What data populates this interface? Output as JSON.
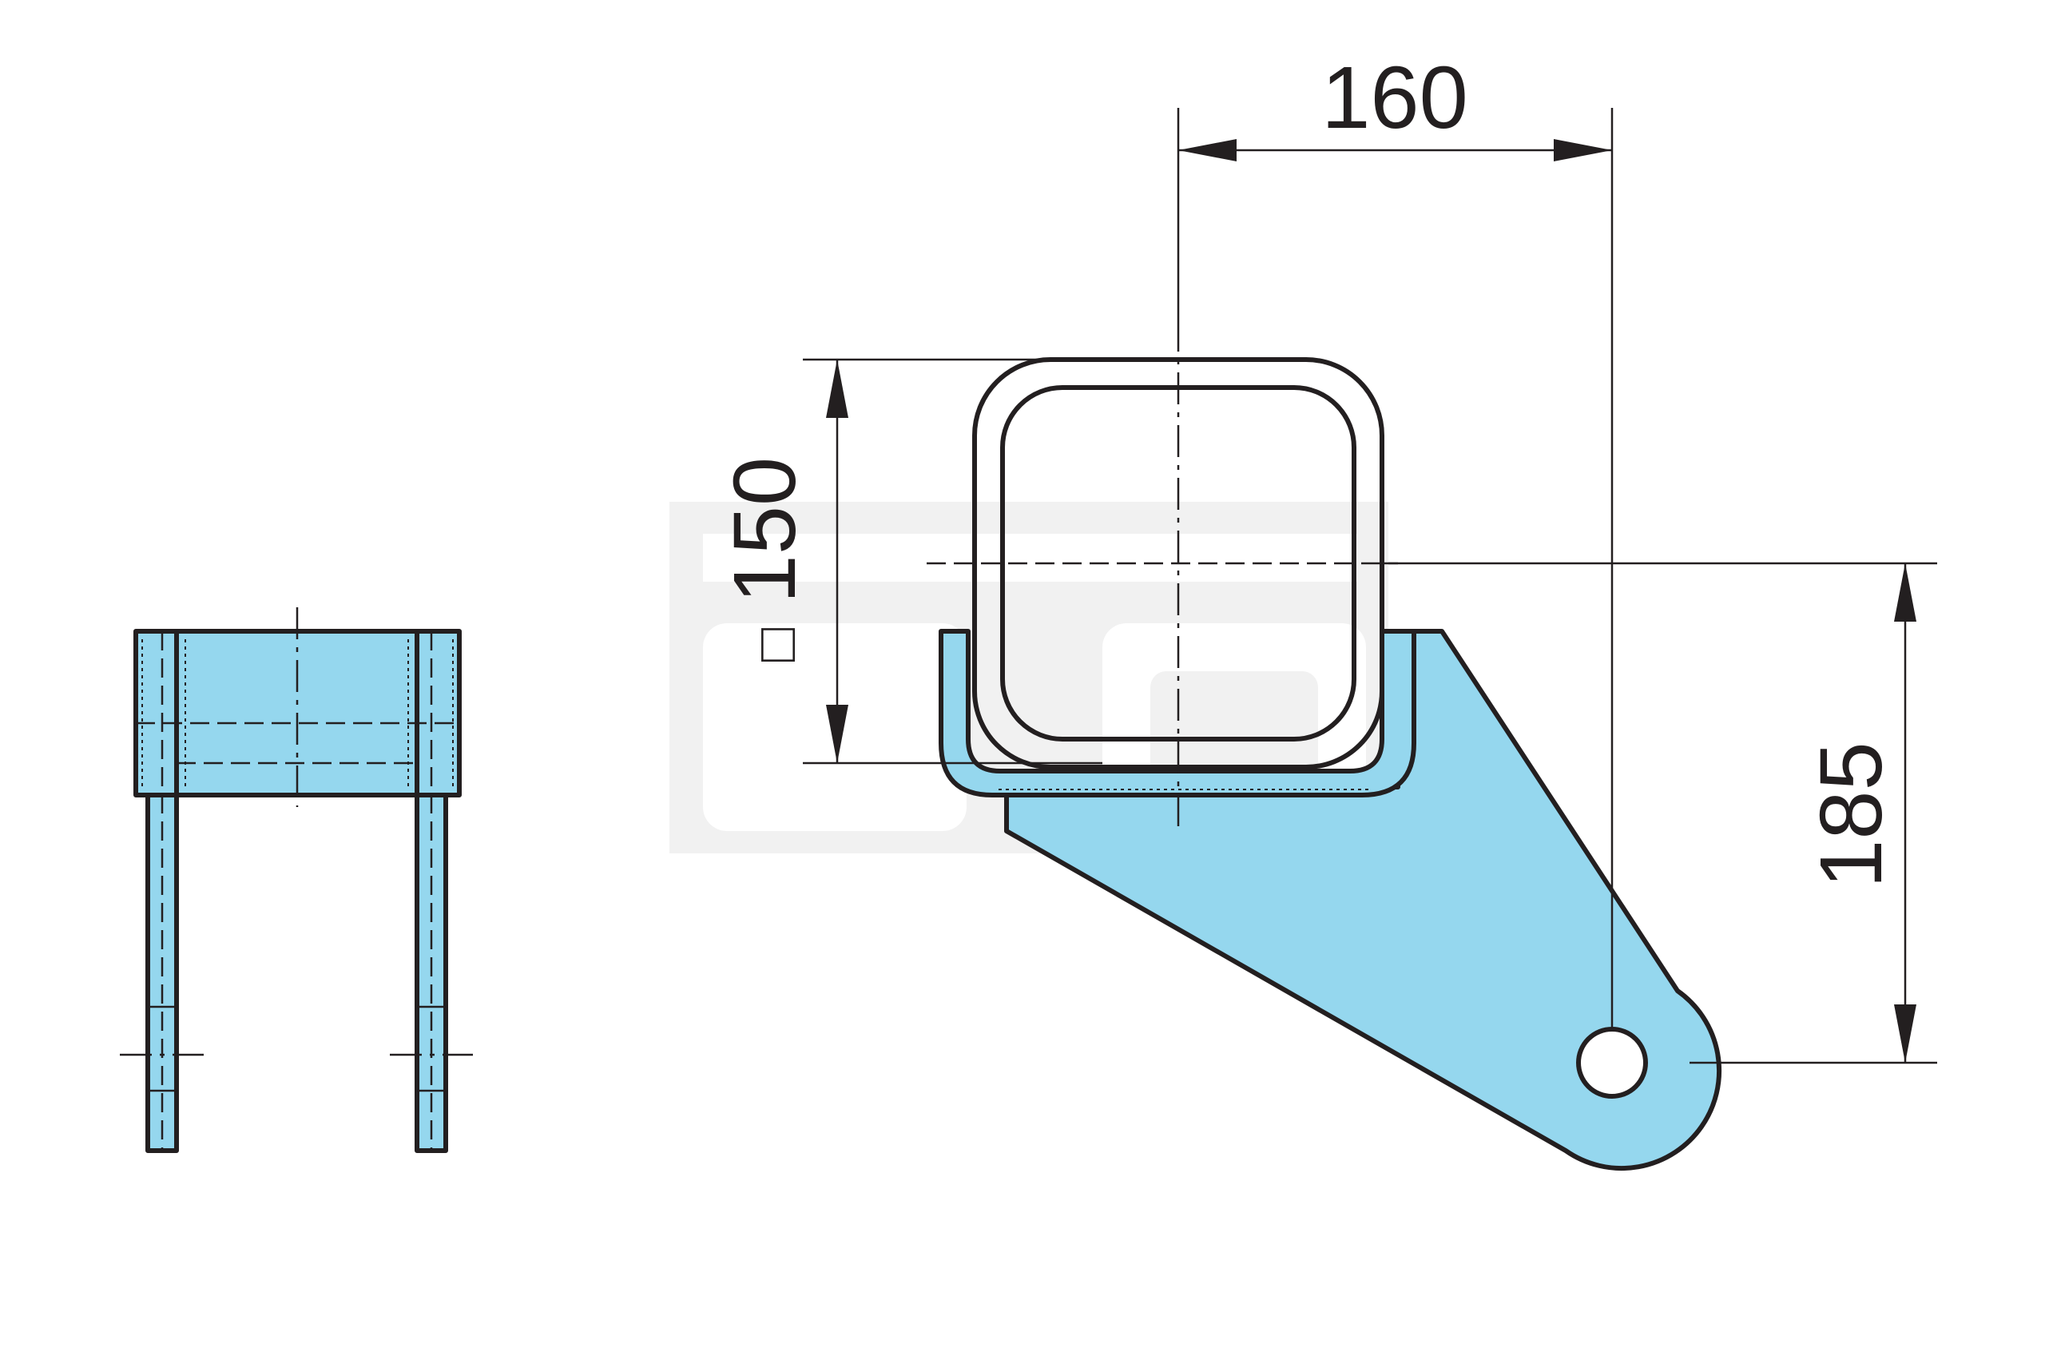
{
  "drawing": {
    "colors": {
      "part_fill": "#95d7ee",
      "line": "#231f20",
      "watermark": "#e6e6e6",
      "background": "#ffffff"
    },
    "dimensions": {
      "width_label": "160",
      "tube_size_symbol": "□",
      "tube_size_label": "150",
      "height_label": "185"
    }
  }
}
